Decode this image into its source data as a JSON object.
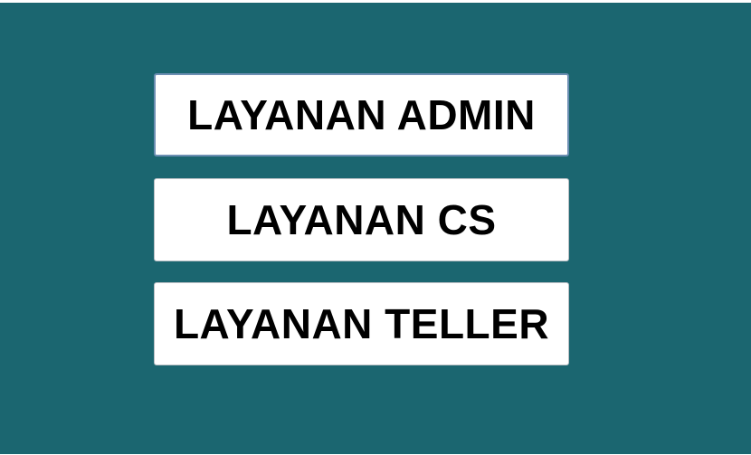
{
  "window": {
    "background": "#1b6670"
  },
  "buttons": [
    {
      "label": "LAYANAN ADMIN",
      "focused": true
    },
    {
      "label": "LAYANAN CS",
      "focused": false
    },
    {
      "label": "LAYANAN TELLER",
      "focused": false
    }
  ]
}
